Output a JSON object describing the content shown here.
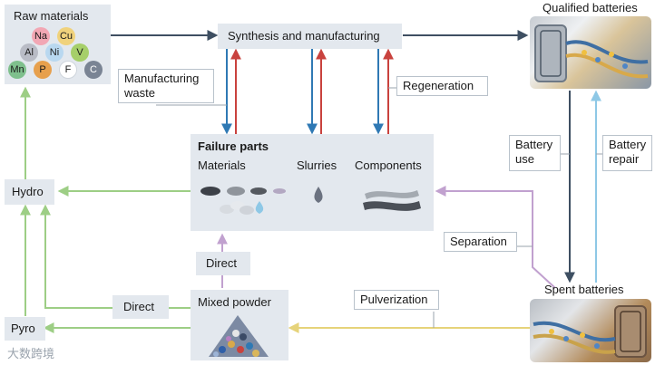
{
  "nodes": {
    "raw_materials": {
      "title": "Raw materials",
      "elements": [
        {
          "symbol": "Na",
          "color": "#f2a7b4"
        },
        {
          "symbol": "Cu",
          "color": "#f0d27c"
        },
        {
          "symbol": "Al",
          "color": "#b9bcc6"
        },
        {
          "symbol": "Ni",
          "color": "#b9d8f0"
        },
        {
          "symbol": "V",
          "color": "#a6cf6a"
        },
        {
          "symbol": "Mn",
          "color": "#7fc08d"
        },
        {
          "symbol": "P",
          "color": "#e7a04d"
        },
        {
          "symbol": "F",
          "color": "#ffffff"
        },
        {
          "symbol": "C",
          "color": "#7a8494"
        }
      ]
    },
    "synthesis": "Synthesis and manufacturing",
    "qualified_batteries": "Qualified batteries",
    "spent_batteries": "Spent batteries",
    "failure_parts": {
      "title": "Failure parts",
      "materials": "Materials",
      "slurries": "Slurries",
      "components": "Components"
    },
    "hydro": "Hydro",
    "pyro": "Pyro",
    "mixed_powder": "Mixed powder"
  },
  "labels": {
    "manufacturing_waste": "Manufacturing waste",
    "regeneration": "Regeneration",
    "battery_use": "Battery use",
    "battery_repair": "Battery repair",
    "separation": "Separation",
    "pulverization": "Pulverization",
    "direct_up": "Direct",
    "direct_left": "Direct"
  },
  "colors": {
    "dark_blue": "#3e4f62",
    "blue": "#2f79b4",
    "red": "#c9423e",
    "green": "#9dce85",
    "purple": "#c1a1cf",
    "yellow": "#e6d37a",
    "light_blue": "#8ec8e6",
    "box_fill": "#e3e8ee"
  },
  "watermark": "大数跨境"
}
